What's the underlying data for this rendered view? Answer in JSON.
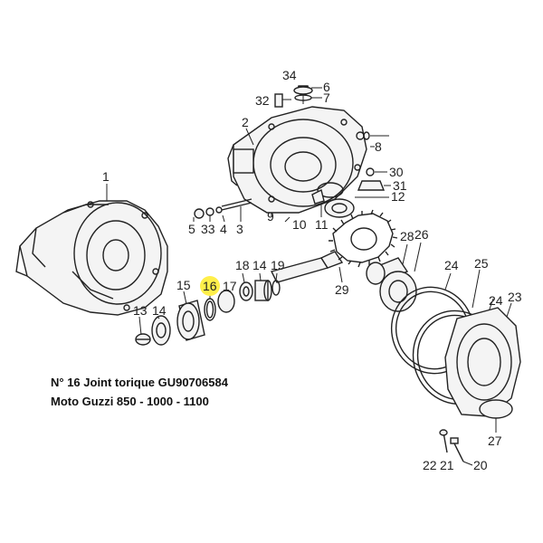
{
  "diagram": {
    "highlight_color": "#ffef4a",
    "highlighted_part": "16",
    "callouts": [
      "1",
      "2",
      "3",
      "4",
      "5",
      "6",
      "7",
      "8",
      "9",
      "10",
      "11",
      "12",
      "13",
      "14",
      "15",
      "16",
      "17",
      "18",
      "19",
      "20",
      "21",
      "22",
      "23",
      "24",
      "24",
      "25",
      "26",
      "27",
      "28",
      "29",
      "30",
      "31",
      "32",
      "33",
      "34"
    ]
  },
  "caption": {
    "line1": "N° 16  Joint torique GU90706584",
    "line2": "Moto Guzzi 850 - 1000 - 1100"
  }
}
